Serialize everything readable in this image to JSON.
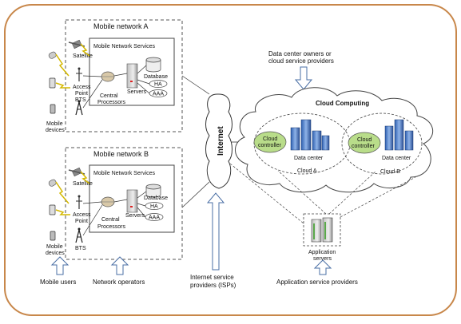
{
  "mobile_network_a": {
    "title": "Mobile network A",
    "services": "Mobile Network Services",
    "satellite": "Satellite",
    "access_point_l1": "Access",
    "access_point_l2": "Point",
    "bts": "BTS",
    "mobile_devices_l1": "Mobile",
    "mobile_devices_l2": "devices",
    "central_l1": "Central",
    "central_l2": "Processors",
    "servers": "Servers",
    "database": "Database",
    "ha": "HA",
    "aaa": "AAA"
  },
  "mobile_network_b": {
    "title": "Mobile network B",
    "services": "Mobile Network Services",
    "satellite": "Satellite",
    "access_point_l1": "Access",
    "access_point_l2": "Point",
    "bts": "BTS",
    "mobile_devices_l1": "Mobile",
    "mobile_devices_l2": "devices",
    "central_l1": "Central",
    "central_l2": "Processors",
    "servers": "Servers",
    "database": "Database",
    "ha": "HA",
    "aaa": "AAA"
  },
  "internet": "Internet",
  "cloud": {
    "owners_l1": "Data center owners or",
    "owners_l2": "cloud service providers",
    "title": "Cloud Computing",
    "controller_a_l1": "Cloud",
    "controller_a_l2": "controller",
    "data_center_a": "Data center",
    "cloud_a": "Cloud A",
    "controller_b_l1": "Cloud",
    "controller_b_l2": "controller",
    "data_center_b": "Data center",
    "cloud_b": "Cloud B"
  },
  "app_servers_l1": "Application",
  "app_servers_l2": "servers",
  "bottom": {
    "mobile_users": "Mobile users",
    "network_operators": "Network operators",
    "isp_l1": "Internet service",
    "isp_l2": "providers (ISPs)",
    "app_service_providers": "Application service providers"
  },
  "colors": {
    "frame": "#c8874a",
    "controller": "#b9dd8a",
    "server_blue": "#3a6fc4",
    "arrow_fill": "#ffffff",
    "arrow_stroke": "#4a6fa5"
  }
}
